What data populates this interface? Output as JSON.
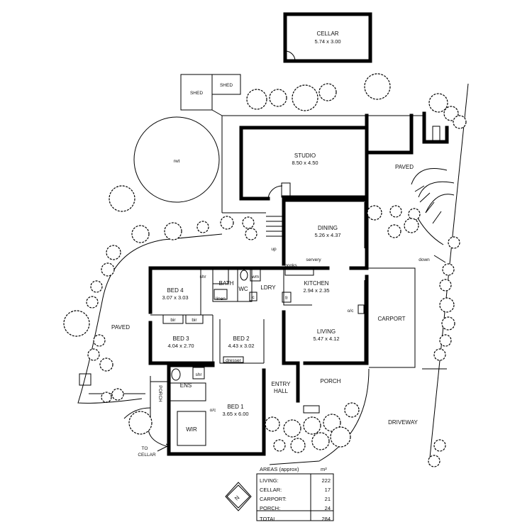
{
  "rooms": {
    "cellar": {
      "name": "CELLAR",
      "dim": "5.74 x 3.00"
    },
    "studio": {
      "name": "STUDIO",
      "dim": "8.50 x 4.50"
    },
    "dining": {
      "name": "DINING",
      "dim": "5.26 x 4.37"
    },
    "kitchen": {
      "name": "KITCHEN",
      "dim": "2.94 x 2.35"
    },
    "living": {
      "name": "LIVING",
      "dim": "5.47 x 4.12"
    },
    "bed1": {
      "name": "BED 1",
      "dim": "3.65 x 6.00"
    },
    "bed2": {
      "name": "BED 2",
      "dim": "4.43 x 3.02"
    },
    "bed3": {
      "name": "BED 3",
      "dim": "4.04 x 2.70"
    },
    "bed4": {
      "name": "BED 4",
      "dim": "3.07 x 3.03"
    }
  },
  "labels": {
    "shed1": "SHED",
    "shed2": "SHED",
    "rwt": "rwt",
    "paved_right": "PAVED",
    "paved_left": "PAVED",
    "carport": "CARPORT",
    "porch_front": "PORCH",
    "porch_side": "PORCH",
    "entry": "ENTRY",
    "hall": "HALL",
    "driveway": "DRIVEWAY",
    "to": "TO",
    "cellar_link": "CELLAR",
    "down": "down",
    "up": "up",
    "servery": "servery",
    "books": "books",
    "bath": "BATH",
    "wc": "WC",
    "ldry": "LDRY",
    "shr1": "shr",
    "shr2": "shr",
    "wm": "wm",
    "linen": "linen",
    "bir1": "bir",
    "bir2": "bir",
    "ens": "ENS",
    "wir": "WIR",
    "dresser": "dresser",
    "oc1": "o/c",
    "oc2": "o/c",
    "fr": "fr",
    "c": "c"
  },
  "areas": {
    "title": "AREAS (approx)",
    "unit": "m²",
    "rows": [
      {
        "label": "LIVING:",
        "value": "222"
      },
      {
        "label": "CELLAR:",
        "value": "17"
      },
      {
        "label": "CARPORT:",
        "value": "21"
      },
      {
        "label": "PORCH:",
        "value": "24"
      },
      {
        "label": "TOTAL",
        "value": "284"
      }
    ]
  },
  "north_label": "N"
}
